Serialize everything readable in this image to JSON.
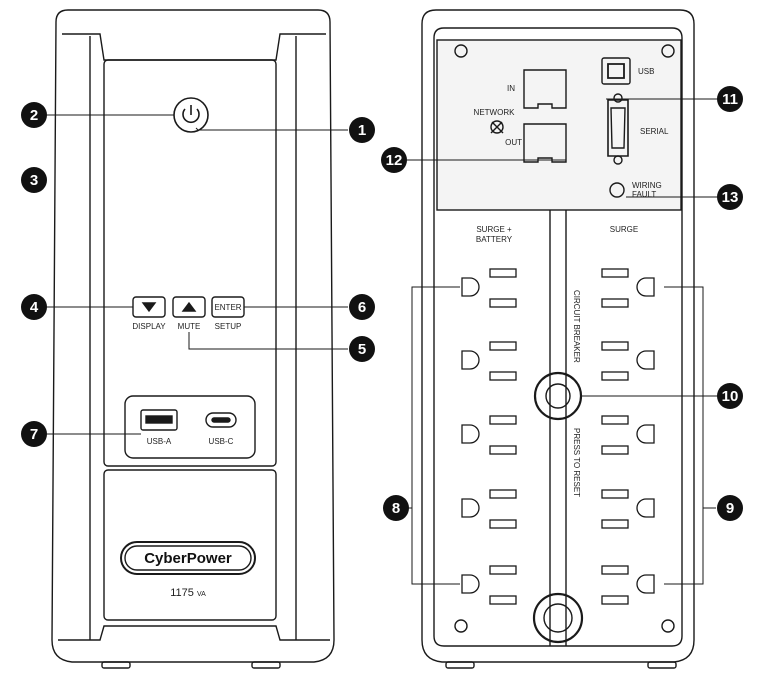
{
  "front": {
    "buttons": {
      "display": {
        "icon": "down-triangle-icon",
        "label": "DISPLAY"
      },
      "mute": {
        "icon": "up-triangle-icon",
        "label": "MUTE"
      },
      "enter": {
        "text": "ENTER",
        "label": "SETUP"
      }
    },
    "ports": {
      "usb_a": "USB-A",
      "usb_c": "USB-C"
    },
    "brand": "CyberPower",
    "model": "1175",
    "model_unit": "VA"
  },
  "back": {
    "network": {
      "label": "NETWORK",
      "in": "IN",
      "out": "OUT"
    },
    "usb_label": "USB",
    "serial_label": "SERIAL",
    "wiring_fault": [
      "WIRING",
      "FAULT"
    ],
    "outlets_left_header": [
      "SURGE +",
      "BATTERY"
    ],
    "outlets_right_header": "SURGE",
    "breaker_text": "CIRCUIT BREAKER",
    "reset_text": "PRESS TO RESET"
  },
  "callouts": [
    "1",
    "2",
    "3",
    "4",
    "5",
    "6",
    "7",
    "8",
    "9",
    "10",
    "11",
    "12",
    "13"
  ],
  "colors": {
    "outline": "#1a1a1a",
    "callout_fill": "#111111",
    "body_fill": "#ffffff",
    "panel_fill": "#f4f4f4"
  }
}
